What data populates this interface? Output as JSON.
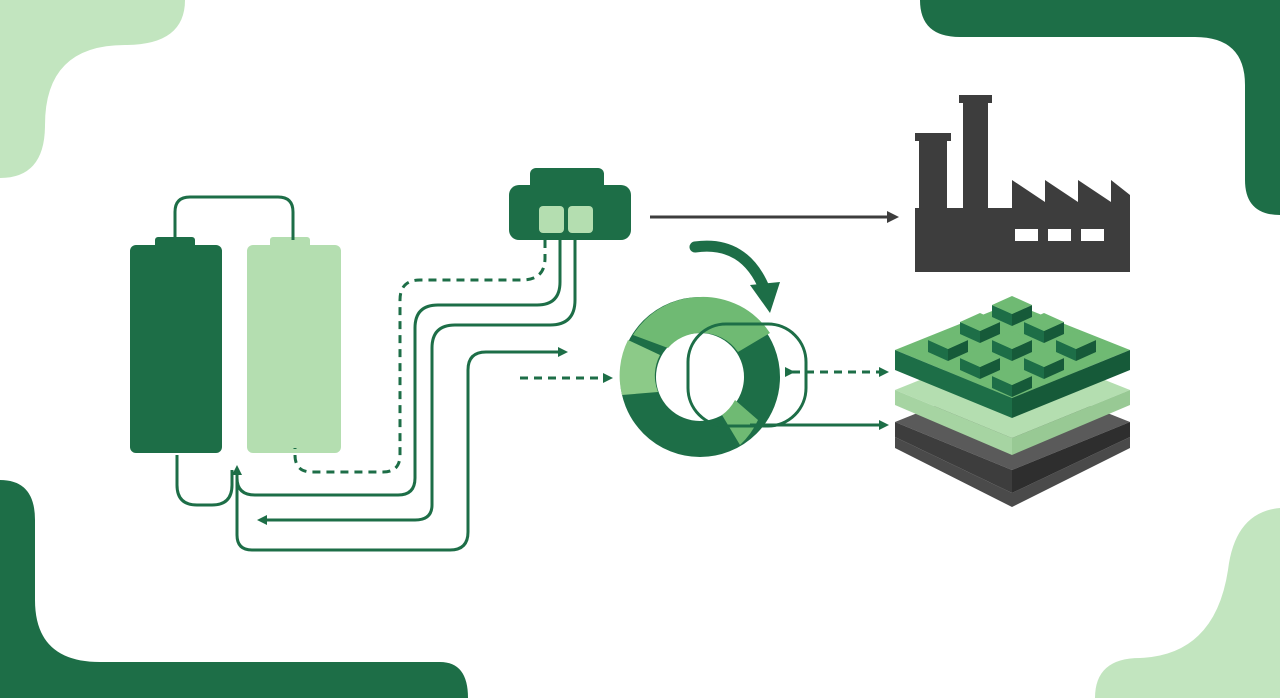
{
  "diagram": {
    "nodes": [
      {
        "id": "battery-dark",
        "icon": "battery-icon"
      },
      {
        "id": "battery-light",
        "icon": "battery-icon"
      },
      {
        "id": "connector-box",
        "icon": "connector-icon"
      },
      {
        "id": "factory",
        "icon": "factory-icon"
      },
      {
        "id": "recycle-ring",
        "icon": "recycle-loop-icon"
      },
      {
        "id": "material-layers",
        "icon": "layered-grid-icon"
      }
    ],
    "edges": [
      {
        "from": "connector-box",
        "to": "factory",
        "style": "solid"
      },
      {
        "from": "connector-box",
        "to": "battery-light",
        "style": "dashed"
      },
      {
        "from": "connector-box",
        "to": "battery-dark",
        "style": "solid"
      },
      {
        "from": "recycle-ring",
        "to": "material-layers",
        "style": "dashed",
        "bidirectional": true
      },
      {
        "from": "recycle-ring",
        "to": "material-layers",
        "style": "solid"
      }
    ]
  },
  "colors": {
    "dark_green": "#1d6e47",
    "mid_green": "#6fba73",
    "light_green": "#b4deb0",
    "dark_gray": "#3d3d3d",
    "mid_gray": "#5a5a5a",
    "background": "#ffffff"
  }
}
